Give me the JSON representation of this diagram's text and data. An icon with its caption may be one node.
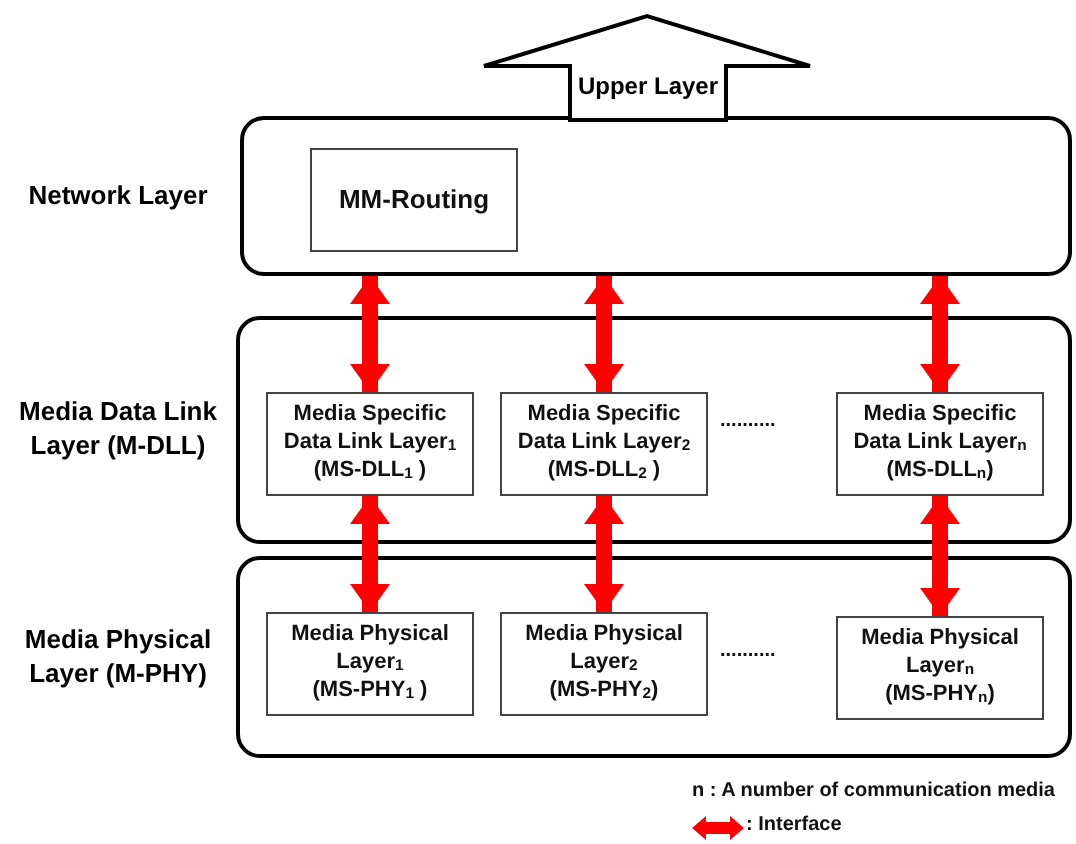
{
  "diagram": {
    "nodes": [
      {
        "text": [
          "Upper Layer"
        ]
      },
      {
        "text": [
          "Network Layer"
        ]
      },
      {
        "text": [
          "MM-Routing"
        ],
        "in": 1
      },
      {
        "text": [
          "Media Data Link Layer (M-DLL)"
        ]
      },
      {
        "text": [
          "Media Specific Data Link Layer$_{1}$",
          "(MS-DLL$_{1}$ )"
        ],
        "in": 3
      },
      {
        "text": [
          "Media Specific Data Link Layer$_{2}$",
          "(MS-DLL$_{2}$ )"
        ],
        "in": 3
      },
      {
        "text": [
          "Media Specific Data Link Layer$_{n}$",
          "(MS-DLL$_{n}$)"
        ],
        "in": 3
      },
      {
        "text": [
          "Media Physical Layer (M-PHY)"
        ]
      },
      {
        "text": [
          "Media Physical Layer$_{1}$",
          "(MS-PHY$_{1}$ )"
        ],
        "in": 7
      },
      {
        "text": [
          "Media Physical Layer$_{2}$",
          "(MS-PHY$_{2}$)"
        ],
        "in": 7
      },
      {
        "text": [
          "Media Physical Layer$_{n}$",
          "(MS-PHY$_{n}$)"
        ],
        "in": 7
      }
    ],
    "edges": [
      {
        "from": 1,
        "to": 4,
        "arrow": "both"
      },
      {
        "from": 1,
        "to": 5,
        "arrow": "both"
      },
      {
        "from": 1,
        "to": 6,
        "arrow": "both"
      },
      {
        "from": 4,
        "to": 8,
        "arrow": "both"
      },
      {
        "from": 5,
        "to": 9,
        "arrow": "both"
      },
      {
        "from": 6,
        "to": 10,
        "arrow": "both"
      }
    ],
    "labels": [
      "..........",
      "..........",
      "n : A number of communication media"
    ],
    "legend": [
      {
        "text": ": Interface"
      }
    ]
  }
}
